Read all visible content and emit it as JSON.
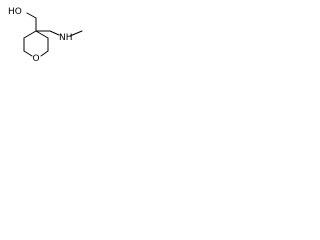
{
  "molecule": {
    "atoms": {
      "hydroxyl": "HO",
      "ring_oxygen": "O",
      "amine": "NH"
    },
    "colors": {
      "bond": "#000000",
      "label": "#000000",
      "background": "#ffffff"
    }
  }
}
